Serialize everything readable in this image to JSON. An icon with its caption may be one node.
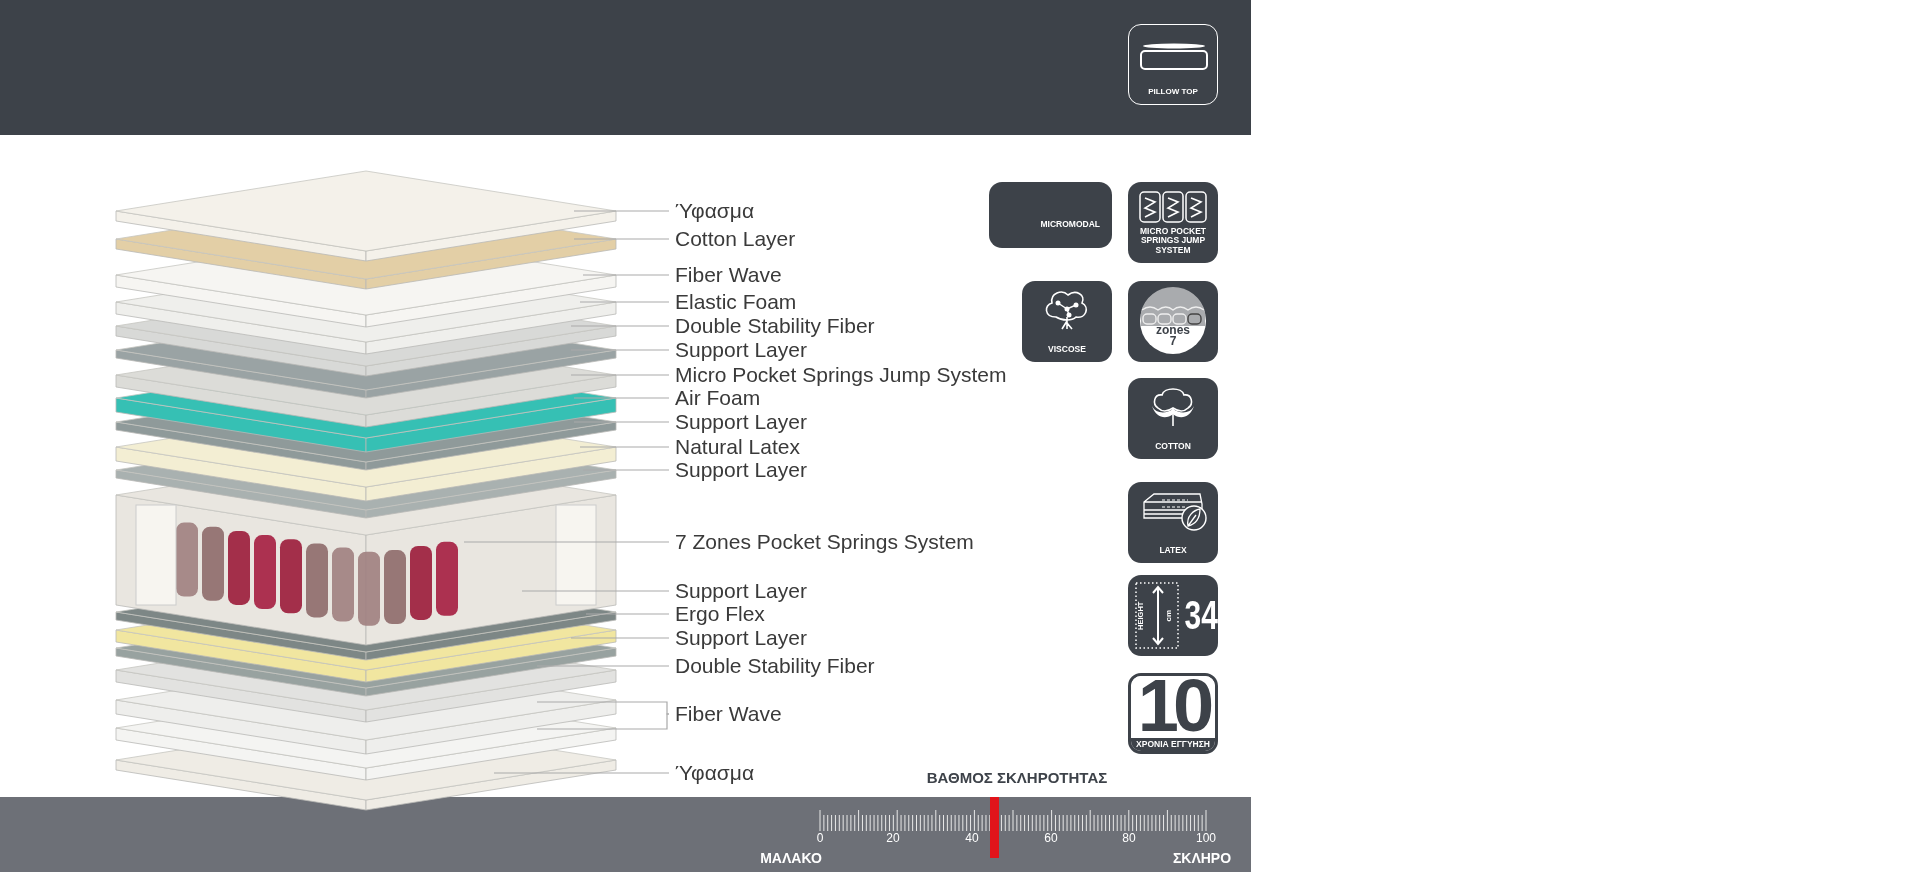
{
  "diagram": {
    "nodes": [
      {
        "text": [
          "Ύφασμα"
        ]
      },
      {
        "text": [
          "Cotton Layer"
        ]
      },
      {
        "text": [
          "Fiber Wave"
        ]
      },
      {
        "text": [
          "Elastic Foam"
        ]
      },
      {
        "text": [
          "Double Stability Fiber"
        ]
      },
      {
        "text": [
          "Support Layer"
        ]
      },
      {
        "text": [
          "Micro Pocket Springs Jump System"
        ]
      },
      {
        "text": [
          "Air Foam"
        ]
      },
      {
        "text": [
          "Support Layer"
        ]
      },
      {
        "text": [
          "Natural Latex"
        ]
      },
      {
        "text": [
          "Support Layer"
        ]
      },
      {
        "text": [
          "7 Zones Pocket Springs System"
        ]
      },
      {
        "text": [
          "Support Layer"
        ]
      },
      {
        "text": [
          "Ergo Flex"
        ]
      },
      {
        "text": [
          "Support Layer"
        ]
      },
      {
        "text": [
          "Double Stability Fiber"
        ]
      },
      {
        "text": [
          "Fiber Wave"
        ]
      },
      {
        "text": [
          "Ύφασμα"
        ]
      },
      {
        "text": [
          "PILLOW TOP"
        ]
      },
      {
        "text": [
          "MICROMODAL"
        ]
      },
      {
        "text": [
          "MICRO POCKET SPRINGS JUMP SYSTEM"
        ]
      },
      {
        "text": [
          "VISCOSE"
        ]
      },
      {
        "text": [
          "zones 7"
        ]
      },
      {
        "text": [
          "COTTON"
        ]
      },
      {
        "text": [
          "LATEX"
        ]
      },
      {
        "text": [
          "HEIGHT",
          "cm",
          "34"
        ]
      },
      {
        "text": [
          "10",
          "ΧΡΟΝΙΑ ΕΓΓΥΗΣΗ"
        ]
      }
    ],
    "edges": [
      {
        "from": 0,
        "to": null,
        "arrow": "none"
      },
      {
        "from": 1,
        "to": null,
        "arrow": "none"
      },
      {
        "from": 2,
        "to": null,
        "arrow": "none"
      },
      {
        "from": 3,
        "to": null,
        "arrow": "none"
      },
      {
        "from": 4,
        "to": null,
        "arrow": "none"
      },
      {
        "from": 5,
        "to": null,
        "arrow": "none"
      },
      {
        "from": 6,
        "to": null,
        "arrow": "none"
      },
      {
        "from": 7,
        "to": null,
        "arrow": "none"
      },
      {
        "from": 8,
        "to": null,
        "arrow": "none"
      },
      {
        "from": 9,
        "to": null,
        "arrow": "none"
      },
      {
        "from": 10,
        "to": null,
        "arrow": "none"
      },
      {
        "from": 11,
        "to": null,
        "arrow": "none"
      },
      {
        "from": 12,
        "to": null,
        "arrow": "none"
      },
      {
        "from": 13,
        "to": null,
        "arrow": "none"
      },
      {
        "from": 14,
        "to": null,
        "arrow": "none"
      },
      {
        "from": 15,
        "to": null,
        "arrow": "none"
      },
      {
        "from": 16,
        "to": null,
        "arrow": "none"
      },
      {
        "from": 16,
        "to": null,
        "arrow": "none"
      },
      {
        "from": 17,
        "to": null,
        "arrow": "none"
      }
    ],
    "labels": [
      "ΒΑΘΜΟΣ ΣΚΛΗΡΟΤΗΤΑΣ",
      "0",
      "20",
      "40",
      "60",
      "80",
      "100",
      "ΜΑΛΑΚΟ",
      "ΣΚΛΗΡΟ"
    ]
  }
}
